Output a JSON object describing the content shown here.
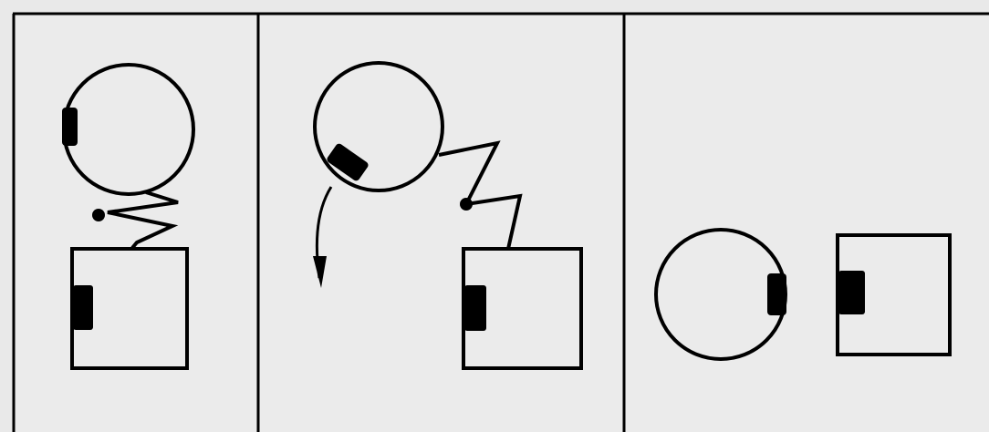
{
  "figure": {
    "panels": [
      {
        "id": "panel-1",
        "state": "linked-vertical"
      },
      {
        "id": "panel-2",
        "state": "spring-stretched-rotating"
      },
      {
        "id": "panel-3",
        "state": "separated-facing"
      }
    ]
  },
  "colors": {
    "background": "#e9e9e9",
    "panel_fill": "#ebebeb",
    "ink": "#000000"
  }
}
